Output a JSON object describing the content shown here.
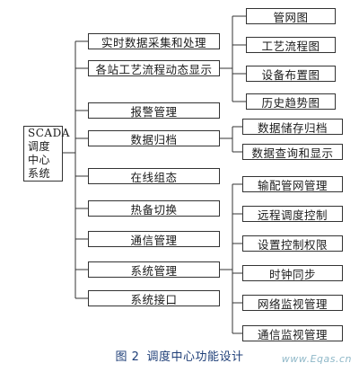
{
  "root": {
    "lines": [
      "SCADA",
      "调度",
      "中心",
      "系统"
    ]
  },
  "functions": [
    "实时数据采集和处理",
    "各站工艺流程动态显示",
    "报警管理",
    "数据归档",
    "在线组态",
    "热备切换",
    "通信管理",
    "系统管理",
    "系统接口"
  ],
  "process_display_items": [
    "管网图",
    "工艺流程图",
    "设备布置图",
    "历史趋势图"
  ],
  "archive_items": [
    "数据储存归档",
    "数据查询和显示"
  ],
  "system_mgmt_items": [
    "输配管网管理",
    "远程调度控制",
    "设置控制权限",
    "时钟同步",
    "网络监视管理",
    "通信监视管理"
  ],
  "caption": {
    "figure_number": "图 2",
    "title": "调度中心功能设计"
  },
  "watermark": "www.Eqas.cn"
}
